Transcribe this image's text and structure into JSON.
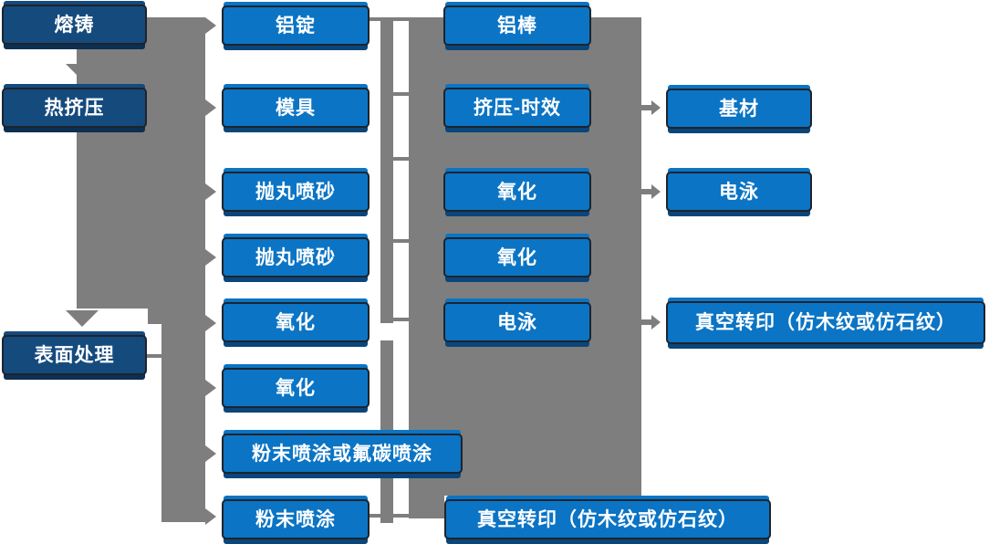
{
  "palette": {
    "node_blue": "#0b74c4",
    "node_dark_blue": "#154a7d",
    "connector_gray": "#7e7e7e",
    "node_border": "#1e242c",
    "node_text": "#ffffff",
    "background": "#ffffff"
  },
  "nodes": [
    {
      "id": "melt-casting",
      "label": "熔铸"
    },
    {
      "id": "hot-extrusion",
      "label": "热挤压"
    },
    {
      "id": "surface-treatment",
      "label": "表面处理"
    },
    {
      "id": "aluminum-ingot",
      "label": "铝锭"
    },
    {
      "id": "mold",
      "label": "模具"
    },
    {
      "id": "shot-blast-sandblast-1",
      "label": "抛丸喷砂"
    },
    {
      "id": "shot-blast-sandblast-2",
      "label": "抛丸喷砂"
    },
    {
      "id": "oxidation-col2-1",
      "label": "氧化"
    },
    {
      "id": "oxidation-col2-2",
      "label": "氧化"
    },
    {
      "id": "powder-or-fluorocarbon-coating",
      "label": "粉末喷涂或氟碳喷涂"
    },
    {
      "id": "powder-coating",
      "label": "粉末喷涂"
    },
    {
      "id": "aluminum-rod",
      "label": "铝棒"
    },
    {
      "id": "extrusion-aging",
      "label": "挤压-时效"
    },
    {
      "id": "oxidation-col3-1",
      "label": "氧化"
    },
    {
      "id": "oxidation-col3-2",
      "label": "氧化"
    },
    {
      "id": "electrophoresis-col3",
      "label": "电泳"
    },
    {
      "id": "vacuum-transfer-bottom",
      "label": "真空转印（仿木纹或仿石纹）"
    },
    {
      "id": "substrate",
      "label": "基材"
    },
    {
      "id": "electrophoresis-col4",
      "label": "电泳"
    },
    {
      "id": "vacuum-transfer-right",
      "label": "真空转印（仿木纹或仿石纹）"
    }
  ]
}
